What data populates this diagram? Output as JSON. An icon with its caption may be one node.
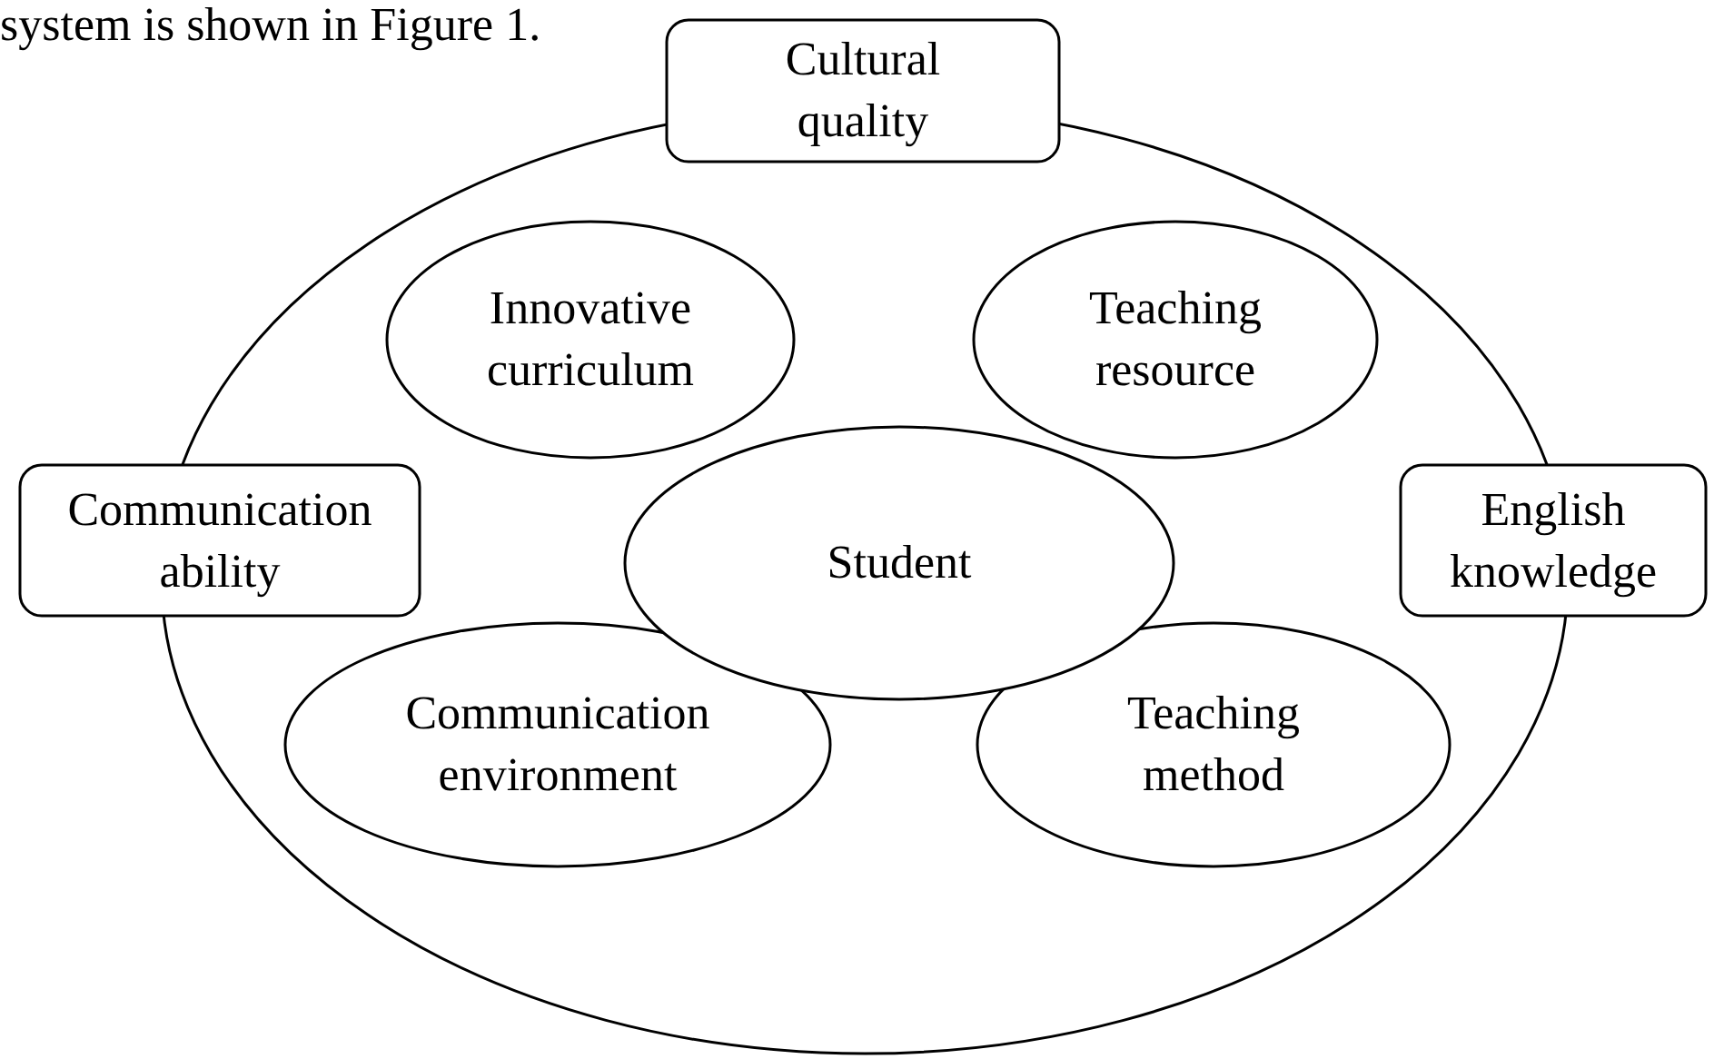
{
  "diagram": {
    "nodes": [
      {
        "text": [],
        "shape": "ellipse"
      },
      {
        "text": [
          "Cultural quality"
        ]
      },
      {
        "text": [
          "Innovative curriculum"
        ],
        "in": 0
      },
      {
        "text": [
          "Teaching resource"
        ],
        "in": 0
      },
      {
        "text": [
          "Communication ability"
        ]
      },
      {
        "text": [
          "Student"
        ],
        "in": 0
      },
      {
        "text": [
          "English knowledge"
        ]
      },
      {
        "text": [
          "Communication environment"
        ],
        "in": 0
      },
      {
        "text": [
          "Teaching method"
        ],
        "in": 0
      }
    ],
    "edges": [],
    "labels": [
      "system is shown in Figure 1."
    ]
  }
}
